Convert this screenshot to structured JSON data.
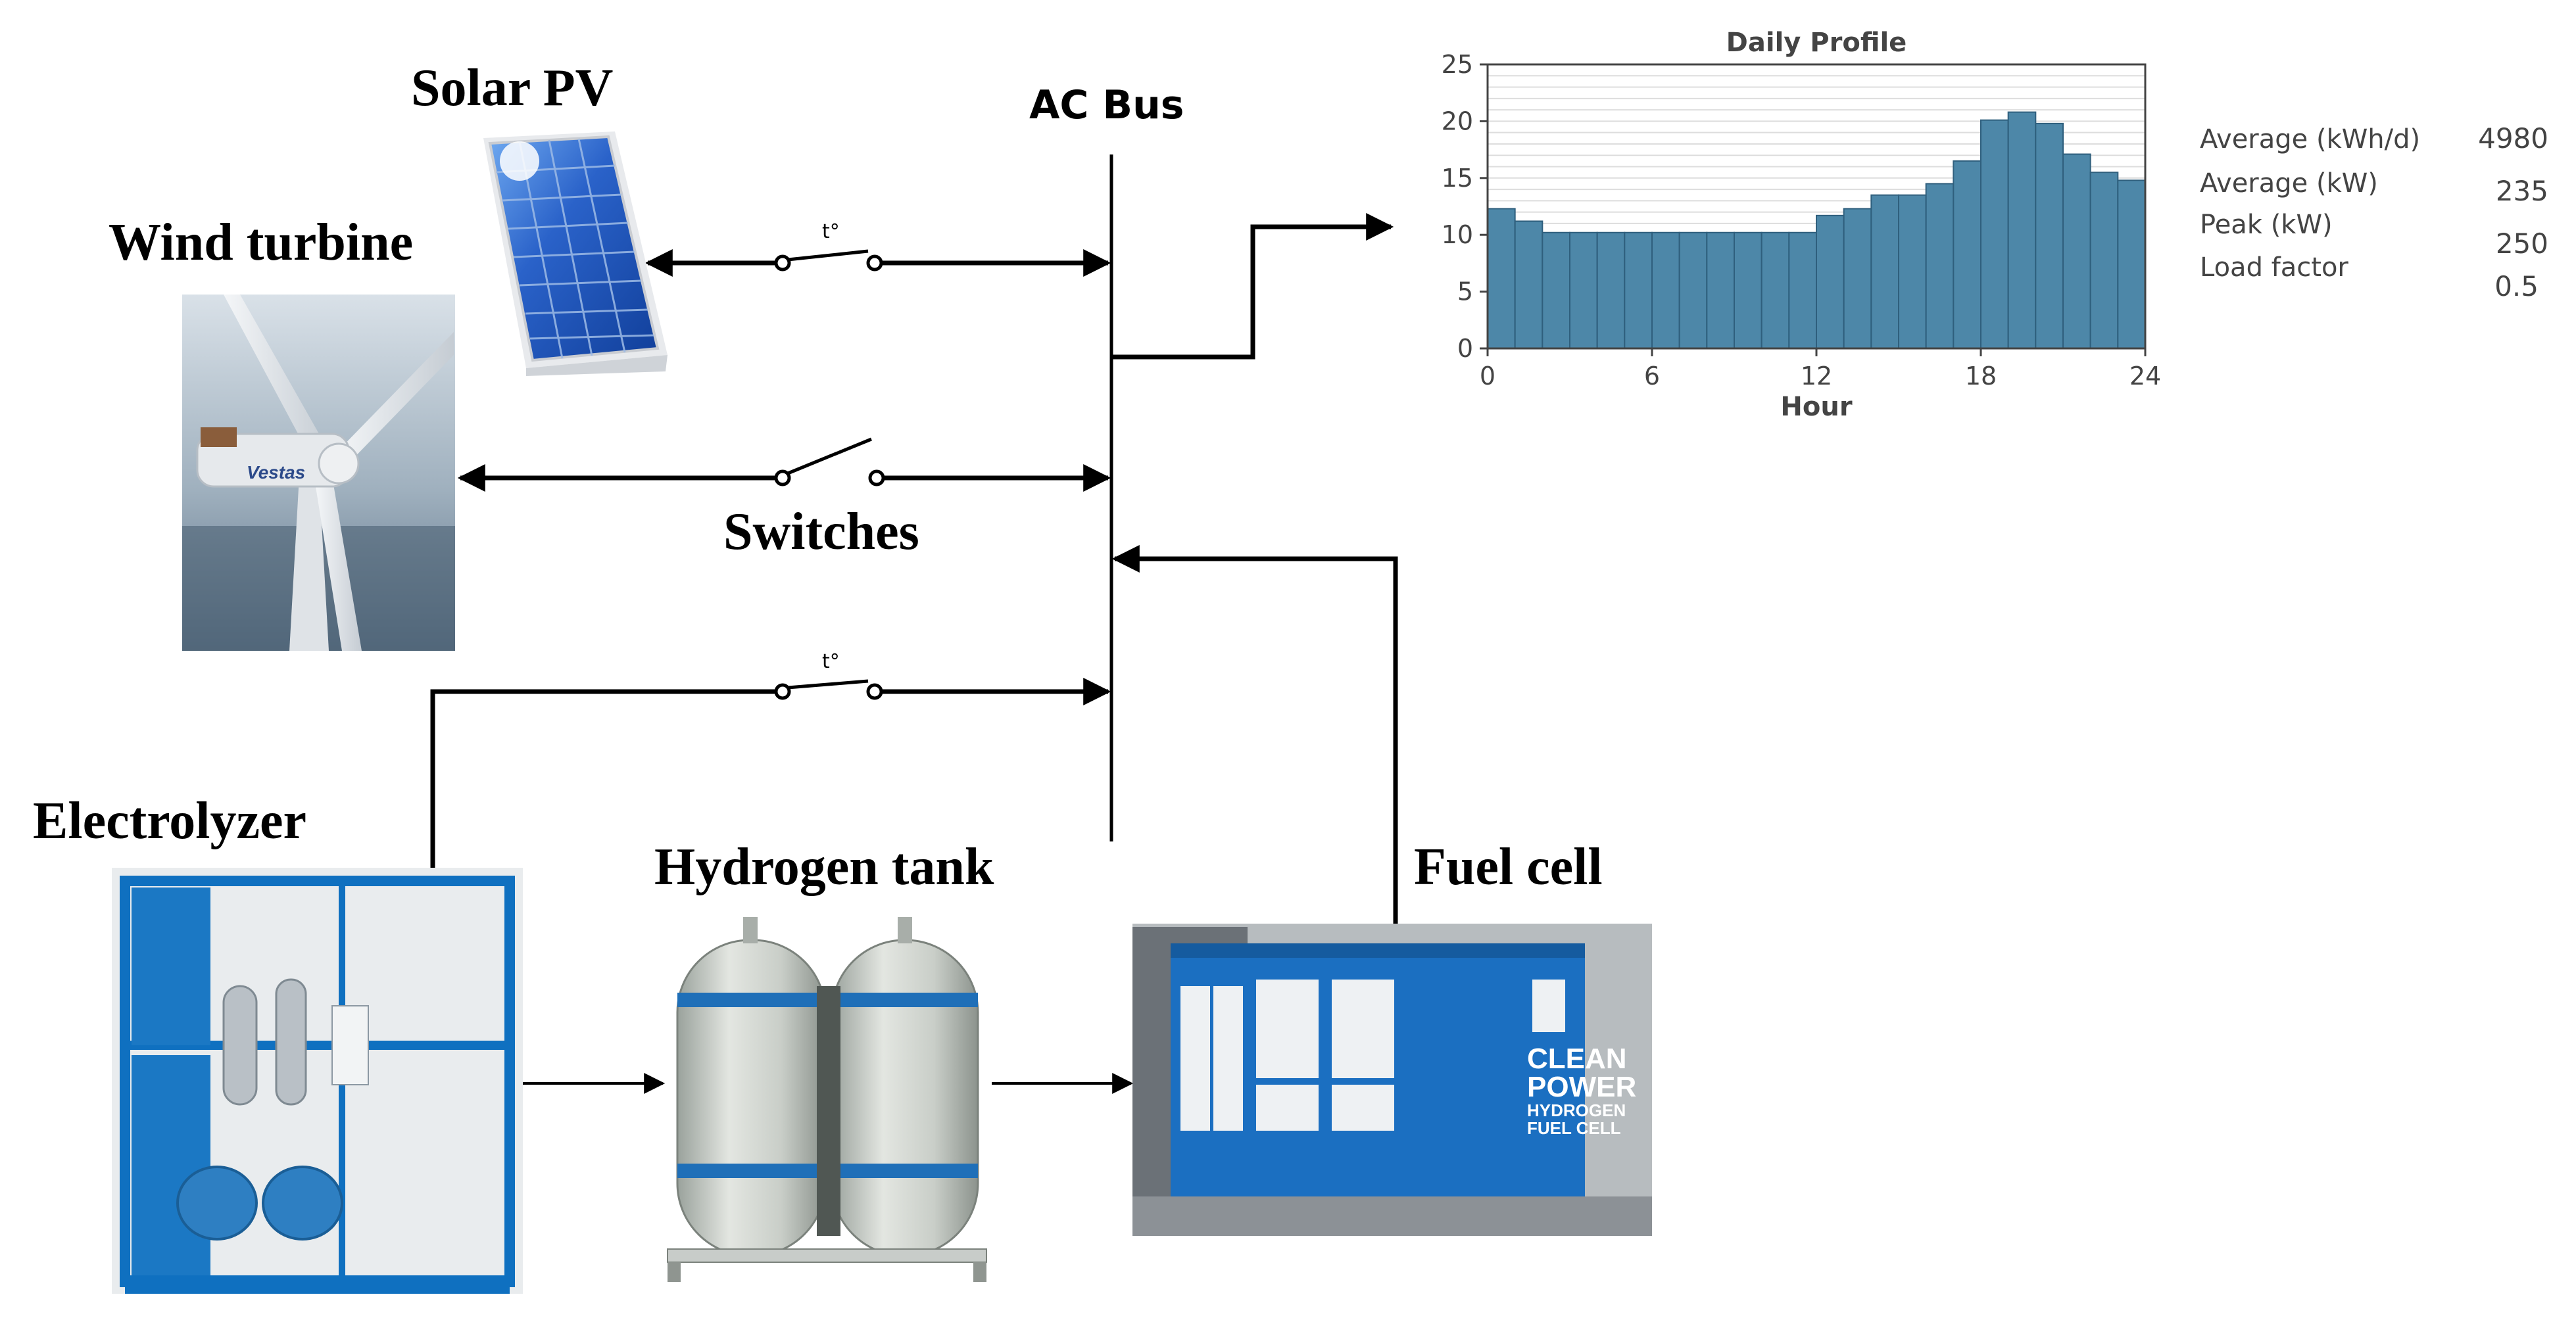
{
  "labels": {
    "solar_pv": "Solar PV",
    "wind_turbine": "Wind turbine",
    "ac_bus": "AC Bus",
    "switches": "Switches",
    "electrolyzer": "Electrolyzer",
    "hydrogen_tank": "Hydrogen tank",
    "fuel_cell": "Fuel cell",
    "switch_temp_mark": "t°",
    "wind_brand": "Vestas",
    "container_text": [
      "CLEAN",
      "POWER",
      "HYDROGEN",
      "FUEL CELL"
    ]
  },
  "stats": {
    "rows": [
      {
        "label": "Average (kWh/d)",
        "value": "4980"
      },
      {
        "label": "Average (kW)",
        "value": "235"
      },
      {
        "label": "Peak (kW)",
        "value": "250"
      },
      {
        "label": "Load factor",
        "value": "0.5"
      }
    ]
  },
  "chart_data": {
    "type": "bar",
    "title": "Daily Profile",
    "xlabel": "Hour",
    "ylabel": "",
    "x_ticks": [
      "0",
      "6",
      "12",
      "18",
      "24"
    ],
    "y_ticks": [
      "0",
      "5",
      "10",
      "15",
      "20",
      "25"
    ],
    "ylim": [
      0,
      25
    ],
    "xlim": [
      0,
      24
    ],
    "grid": true,
    "categories": [
      "0",
      "1",
      "2",
      "3",
      "4",
      "5",
      "6",
      "7",
      "8",
      "9",
      "10",
      "11",
      "12",
      "13",
      "14",
      "15",
      "16",
      "17",
      "18",
      "19",
      "20",
      "21",
      "22",
      "23"
    ],
    "values": [
      12.3,
      11.2,
      10.2,
      10.2,
      10.2,
      10.2,
      10.2,
      10.2,
      10.2,
      10.2,
      10.2,
      10.2,
      11.7,
      12.3,
      13.5,
      13.5,
      14.5,
      16.5,
      20.1,
      20.8,
      19.8,
      17.1,
      15.5,
      14.8
    ],
    "bar_color": "#4d87a8"
  }
}
